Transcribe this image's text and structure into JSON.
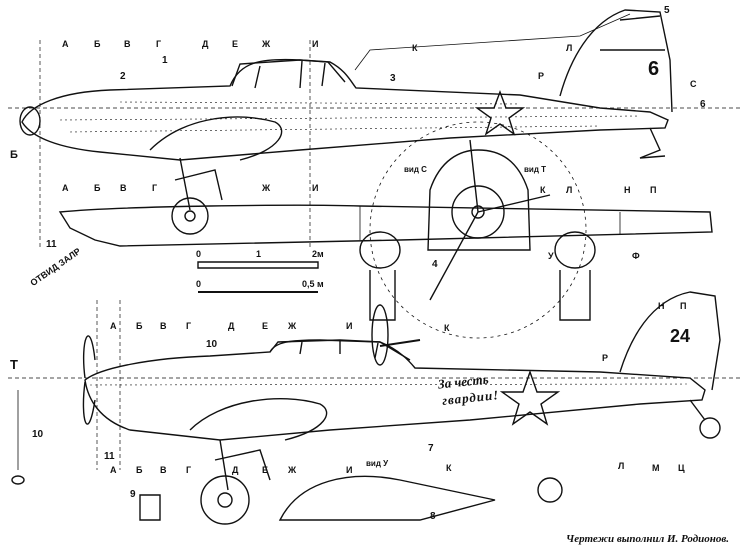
{
  "credit": "Чертежи выполнил И. Родионов.",
  "views": {
    "c": "вид С",
    "t": "вид Т",
    "u": "вид У"
  },
  "scale": {
    "bar_1": [
      "0",
      "1",
      "2м"
    ],
    "bar_2": [
      "0",
      "0,5 м"
    ]
  },
  "top_sections": [
    "А",
    "Б",
    "В",
    "Г",
    "Д",
    "Е",
    "Ж",
    "И",
    "К",
    "Л",
    "Р",
    "С"
  ],
  "mid_sections": [
    "А",
    "Б",
    "В",
    "Г",
    "Ж",
    "И",
    "К",
    "Л",
    "Н",
    "П",
    "У",
    "Ф"
  ],
  "lower_sections": [
    "А",
    "Б",
    "В",
    "Г",
    "Д",
    "Е",
    "Ж",
    "И",
    "К",
    "Н",
    "П",
    "Р"
  ],
  "bottom_sections": [
    "А",
    "Б",
    "В",
    "Г",
    "Д",
    "Е",
    "Ж",
    "И",
    "К",
    "Л",
    "М",
    "Ц"
  ],
  "side_marks": {
    "b": "Б",
    "t": "Т",
    "n11": "11",
    "n10": "10",
    "side_text": "ОТВИД ЗАЛР"
  },
  "callouts": [
    "1",
    "2",
    "3",
    "4",
    "5",
    "6",
    "7",
    "8",
    "9",
    "10",
    "11"
  ],
  "inscription": {
    "line1": "За честь",
    "line2": "гвардии!"
  },
  "tail_numbers": {
    "upper": "6",
    "lower": "24"
  },
  "colors": {
    "ink": "#111111",
    "paper": "#ffffff"
  }
}
